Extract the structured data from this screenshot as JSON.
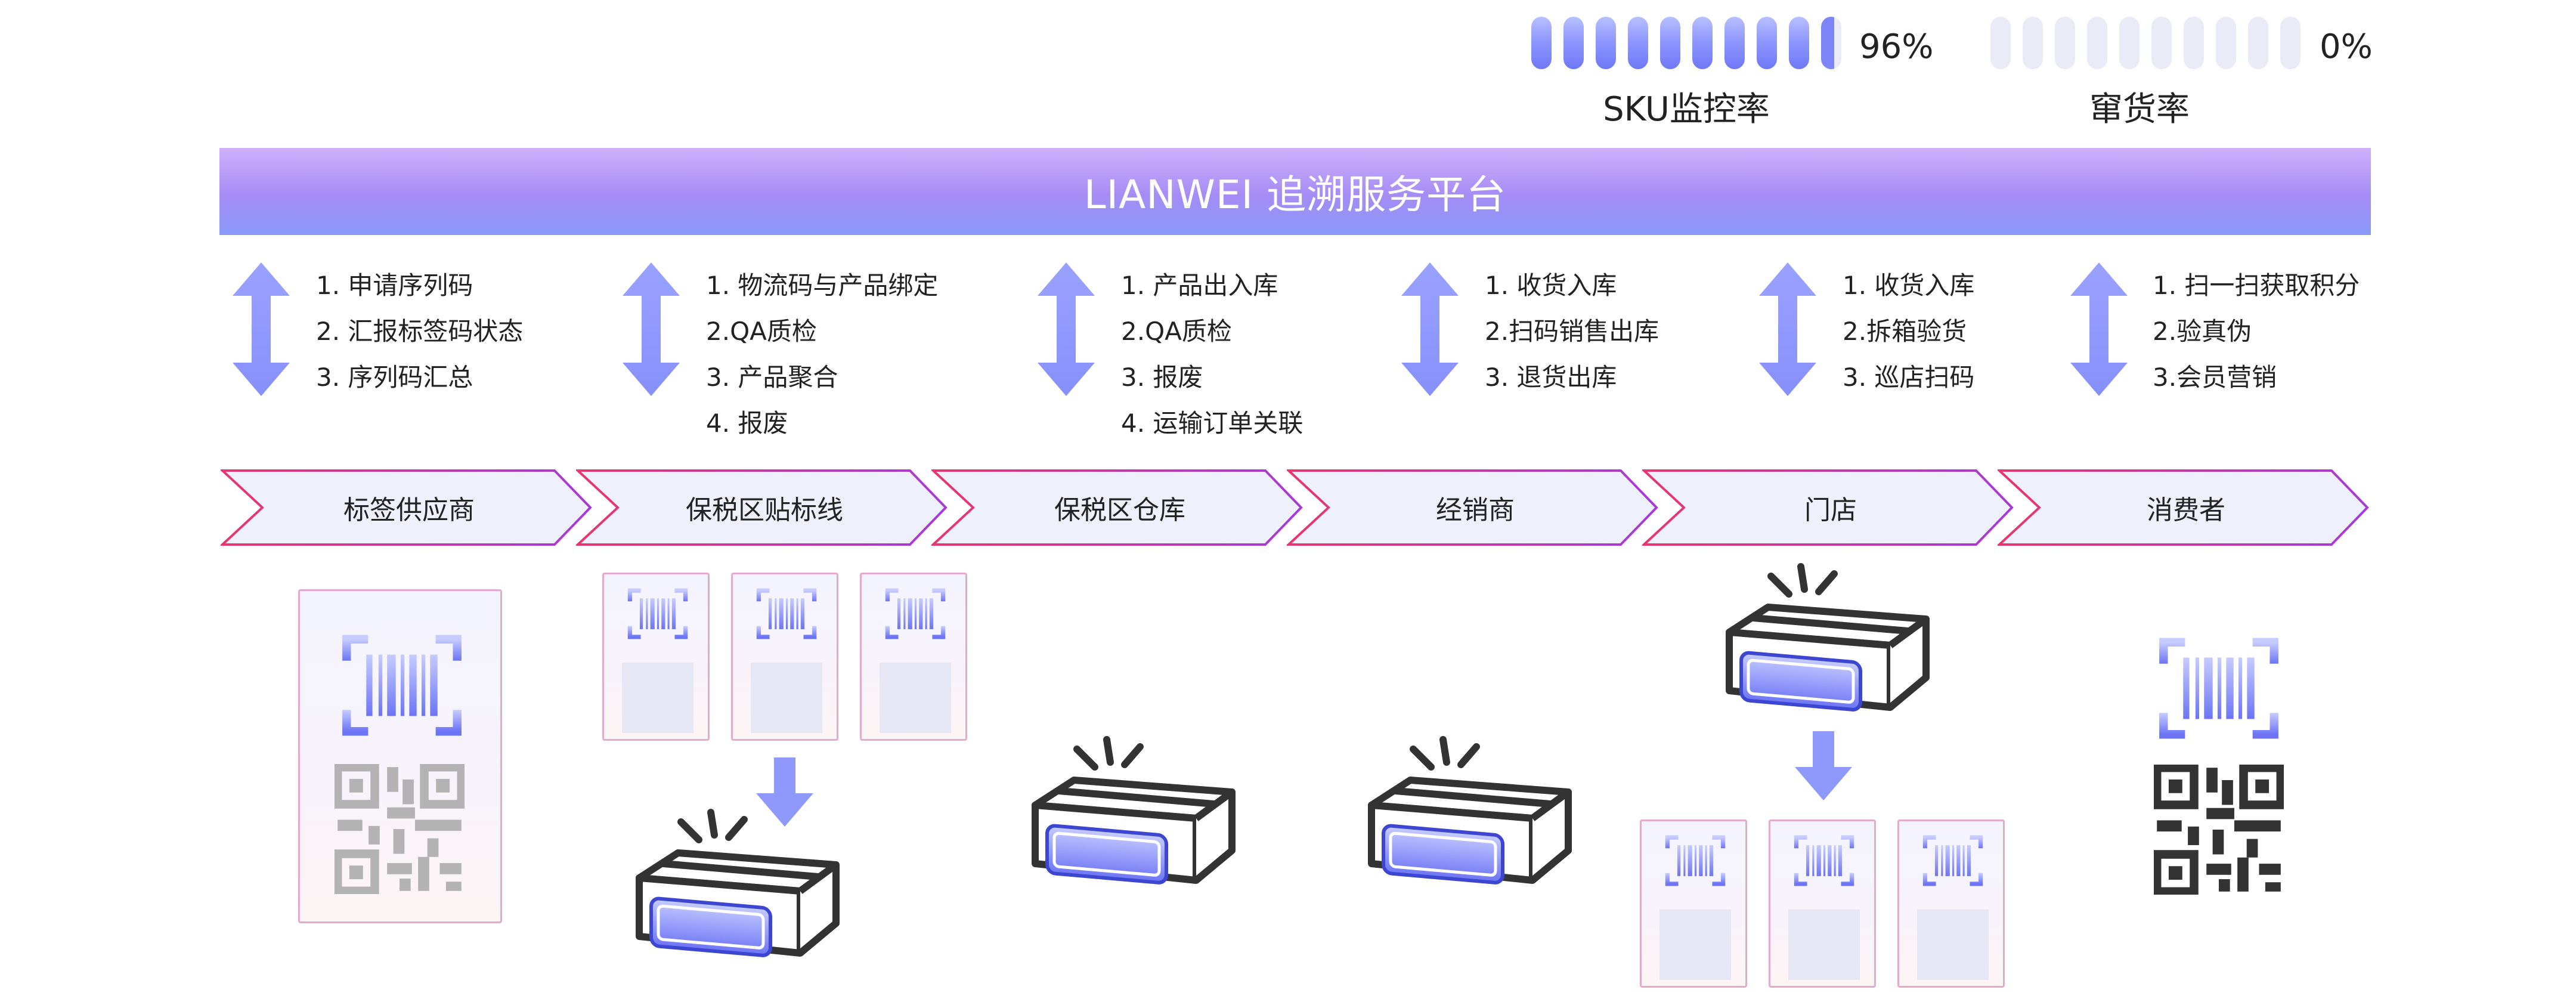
{
  "metrics": {
    "sku": {
      "label": "SKU监控率",
      "value": "96%",
      "level": 0.96
    },
    "diversion": {
      "label": "窜货率",
      "value": "0%",
      "level": 0
    }
  },
  "platform_title": "LIANWEI 追溯服务平台",
  "stages": [
    {
      "name": "标签供应商",
      "steps": [
        "1. 申请序列码",
        "2. 汇报标签码状态",
        "3. 序列码汇总"
      ]
    },
    {
      "name": "保税区贴标线",
      "steps": [
        "1. 物流码与产品绑定",
        "2.QA质检",
        "3. 产品聚合",
        "4. 报废"
      ]
    },
    {
      "name": "保税区仓库",
      "steps": [
        "1. 产品出入库",
        "2.QA质检",
        "3. 报废",
        "4. 运输订单关联"
      ]
    },
    {
      "name": "经销商",
      "steps": [
        "1. 收货入库",
        "2.扫码销售出库",
        "3. 退货出库"
      ]
    },
    {
      "name": "门店",
      "steps": [
        "1. 收货入库",
        "2.拆箱验货",
        "3. 巡店扫码"
      ]
    },
    {
      "name": "消费者",
      "steps": [
        "1. 扫一扫获取积分",
        "2.验真伪",
        "3.会员营销"
      ]
    }
  ],
  "box_label": "!!!!",
  "colors": {
    "accent": "#8c95ff",
    "chevron_left": "#e8366e",
    "chevron_right": "#a63ad8",
    "icon_dark": "#333333"
  }
}
